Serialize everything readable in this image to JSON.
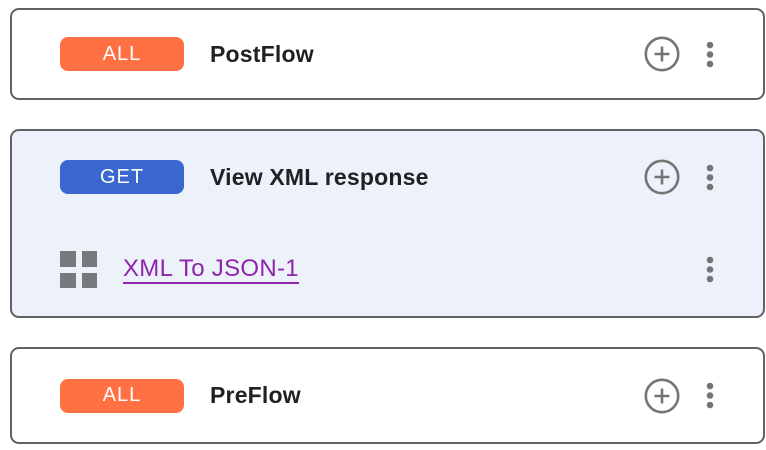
{
  "colors": {
    "badge_all_orange": "#FF7043",
    "badge_get_blue": "#3A66D0",
    "card_border_gray": "#5F6368",
    "selected_card_bg": "#EDF1FA",
    "icon_gray": "#757575",
    "link_purple": "#8E24AA",
    "title_color": "#202124"
  },
  "cards": [
    {
      "badge": {
        "label": "ALL",
        "color": "#FF7043"
      },
      "title": "PostFlow",
      "icons": {
        "add": "add-circle-icon",
        "menu": "kebab-menu-icon"
      }
    },
    {
      "badge": {
        "label": "GET",
        "color": "#3A66D0"
      },
      "title": "View XML response",
      "selected": true,
      "icons": {
        "add": "add-circle-icon",
        "menu": "kebab-menu-icon"
      },
      "policy": {
        "icon": "grid-icon",
        "label": "XML To JSON-1",
        "color": "#8E24AA",
        "menu_icon": "kebab-menu-icon"
      }
    },
    {
      "badge": {
        "label": "ALL",
        "color": "#FF7043"
      },
      "title": "PreFlow",
      "icons": {
        "add": "add-circle-icon",
        "menu": "kebab-menu-icon"
      }
    }
  ]
}
